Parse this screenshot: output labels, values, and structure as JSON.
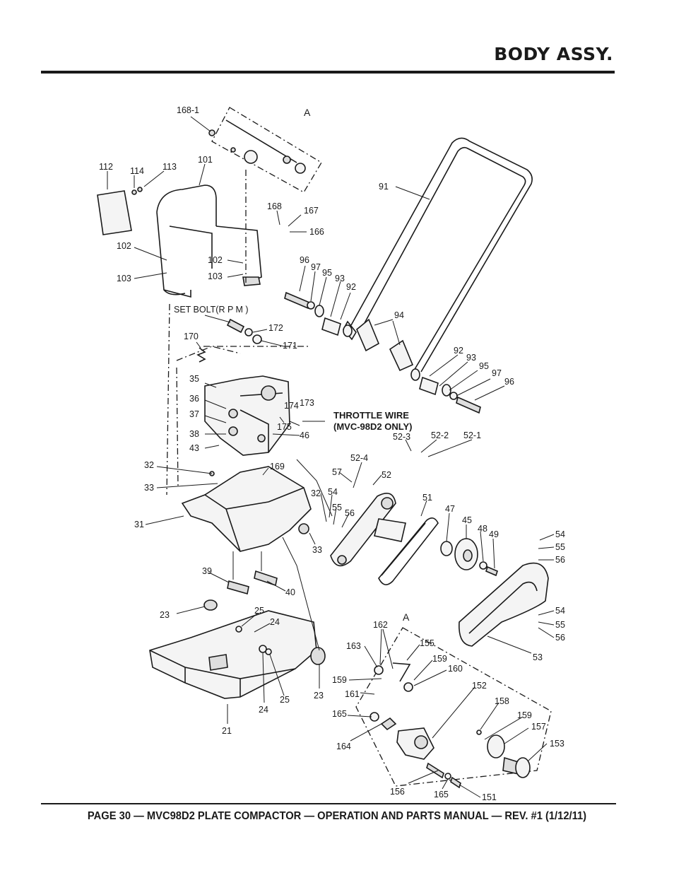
{
  "header": {
    "title": "BODY ASSY."
  },
  "footer": {
    "text": "PAGE 30 — MVC98D2 PLATE COMPACTOR — OPERATION AND PARTS MANUAL — REV. #1 (1/12/11)"
  },
  "diagram": {
    "callouts": {
      "c168_1": "168-1",
      "cA1": "A",
      "c112": "112",
      "c114": "114",
      "c113": "113",
      "c101": "101",
      "c168": "168",
      "c167": "167",
      "c166": "166",
      "c91": "91",
      "c102a": "102",
      "c103a": "103",
      "c102b": "102",
      "c103b": "103",
      "c96a": "96",
      "c97a": "97",
      "c95a": "95",
      "c93a": "93",
      "c92a": "92",
      "c94": "94",
      "set_bolt": "SET BOLT(R P M )",
      "c172": "172",
      "c171": "171",
      "c170": "170",
      "c92b": "92",
      "c93b": "93",
      "c95b": "95",
      "c97b": "97",
      "c96b": "96",
      "c35": "35",
      "c36": "36",
      "c37": "37",
      "c38": "38",
      "c43": "43",
      "c174": "174",
      "c173": "173",
      "c175": "175",
      "c46": "46",
      "throttle_wire": "THROTTLE WIRE",
      "throttle_note": "(MVC-98D2 ONLY)",
      "c52_3": "52-3",
      "c52_2": "52-2",
      "c52_1": "52-1",
      "c32a": "32",
      "c33a": "33",
      "c169": "169",
      "c52_4": "52-4",
      "c57": "57",
      "c52": "52",
      "c31": "31",
      "c32b": "32",
      "c54a": "54",
      "c55a": "55",
      "c56a": "56",
      "c33b": "33",
      "c51": "51",
      "c47": "47",
      "c45": "45",
      "c48": "48",
      "c49": "49",
      "c54b": "54",
      "c55b": "55",
      "c56b": "56",
      "c39": "39",
      "c40": "40",
      "c23a": "23",
      "c25a": "25",
      "c24a": "24",
      "c54c": "54",
      "c55c": "55",
      "c56c": "56",
      "c53": "53",
      "c162": "162",
      "cA2": "A",
      "c163": "163",
      "c155": "155",
      "c159a": "159",
      "c160": "160",
      "c159b": "159",
      "c161": "161",
      "c24b": "24",
      "c25b": "25",
      "c23b": "23",
      "c21": "21",
      "c152": "152",
      "c158": "158",
      "c159c": "159",
      "c157": "157",
      "c153": "153",
      "c165a": "165",
      "c164": "164",
      "c156": "156",
      "c165b": "165",
      "c151": "151"
    }
  }
}
